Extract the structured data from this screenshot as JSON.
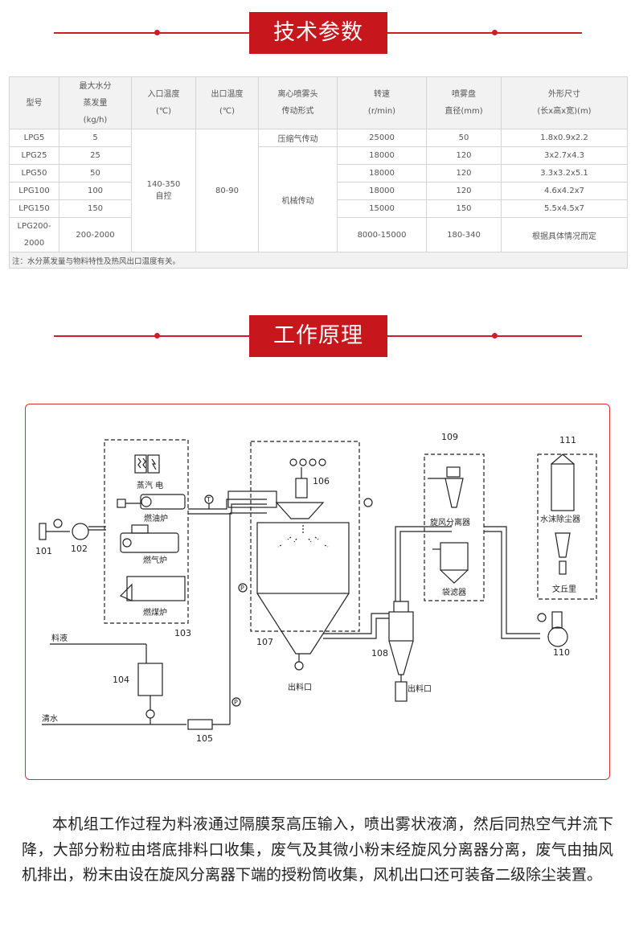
{
  "sections": {
    "spec_title": "技术参数",
    "principle_title": "工作原理"
  },
  "spec_table": {
    "headers": [
      [
        "型号"
      ],
      [
        "最大水分",
        "蒸发量",
        "(kg/h)"
      ],
      [
        "入口温度",
        "(℃)"
      ],
      [
        "出口温度",
        "(℃)"
      ],
      [
        "离心喷雾头",
        "传动形式"
      ],
      [
        "转速",
        "(r/min)"
      ],
      [
        "喷雾盘",
        "直径(mm)"
      ],
      [
        "外形尺寸",
        "(长x高x宽)(m)"
      ]
    ],
    "rows": [
      {
        "model": "LPG5",
        "evap": "5",
        "speed": "25000",
        "disk": "50",
        "size": "1.8x0.9x2.2"
      },
      {
        "model": "LPG25",
        "evap": "25",
        "speed": "18000",
        "disk": "120",
        "size": "3x2.7x4.3"
      },
      {
        "model": "LPG50",
        "evap": "50",
        "speed": "18000",
        "disk": "120",
        "size": "3.3x3.2x5.1"
      },
      {
        "model": "LPG100",
        "evap": "100",
        "speed": "18000",
        "disk": "120",
        "size": "4.6x4.2x7"
      },
      {
        "model": "LPG150",
        "evap": "150",
        "speed": "15000",
        "disk": "150",
        "size": "5.5x4.5x7"
      },
      {
        "model": "LPG200-2000",
        "evap": "200-2000",
        "speed": "8000-15000",
        "disk": "180-340",
        "size": "根据具体情况而定"
      }
    ],
    "inlet_temp": [
      "140-350",
      "自控"
    ],
    "outlet_temp": "80-90",
    "drive_pneumatic": "压缩气传动",
    "drive_mechanical": "机械传动",
    "note": "注：水分蒸发量与物料特性及热风出口温度有关。"
  },
  "diagram": {
    "labels": {
      "n101": "101",
      "n102": "102",
      "n103": "103",
      "n104": "104",
      "n105": "105",
      "n106": "106",
      "n107": "107",
      "n108": "108",
      "n109": "109",
      "n110": "110",
      "n111": "111",
      "steam_elec": "蒸汽 电",
      "oil_furnace": "燃油炉",
      "gas_furnace": "燃气炉",
      "coal_furnace": "燃煤炉",
      "feed_liquid": "料液",
      "clean_water": "清水",
      "discharge_1": "出料口",
      "discharge_2": "出料口",
      "cyclone": "旋风分离器",
      "bag_filter": "袋滤器",
      "water_dust": "水沫除尘器",
      "venturi": "文丘里",
      "t_mark": "T",
      "p_mark_1": "P",
      "p_mark_2": "P"
    }
  },
  "description": "本机组工作过程为料液通过隔膜泵高压输入，喷出雾状液滴，然后同热空气并流下降，大部分粉粒由塔底排料口收集，废气及其微小粉末经旋风分离器分离，废气由抽风机排出，粉末由设在旋风分离器下端的授粉筒收集，风机出口还可装备二级除尘装置。",
  "colors": {
    "accent": "#c8161d",
    "frame_border": "#d3322f"
  }
}
